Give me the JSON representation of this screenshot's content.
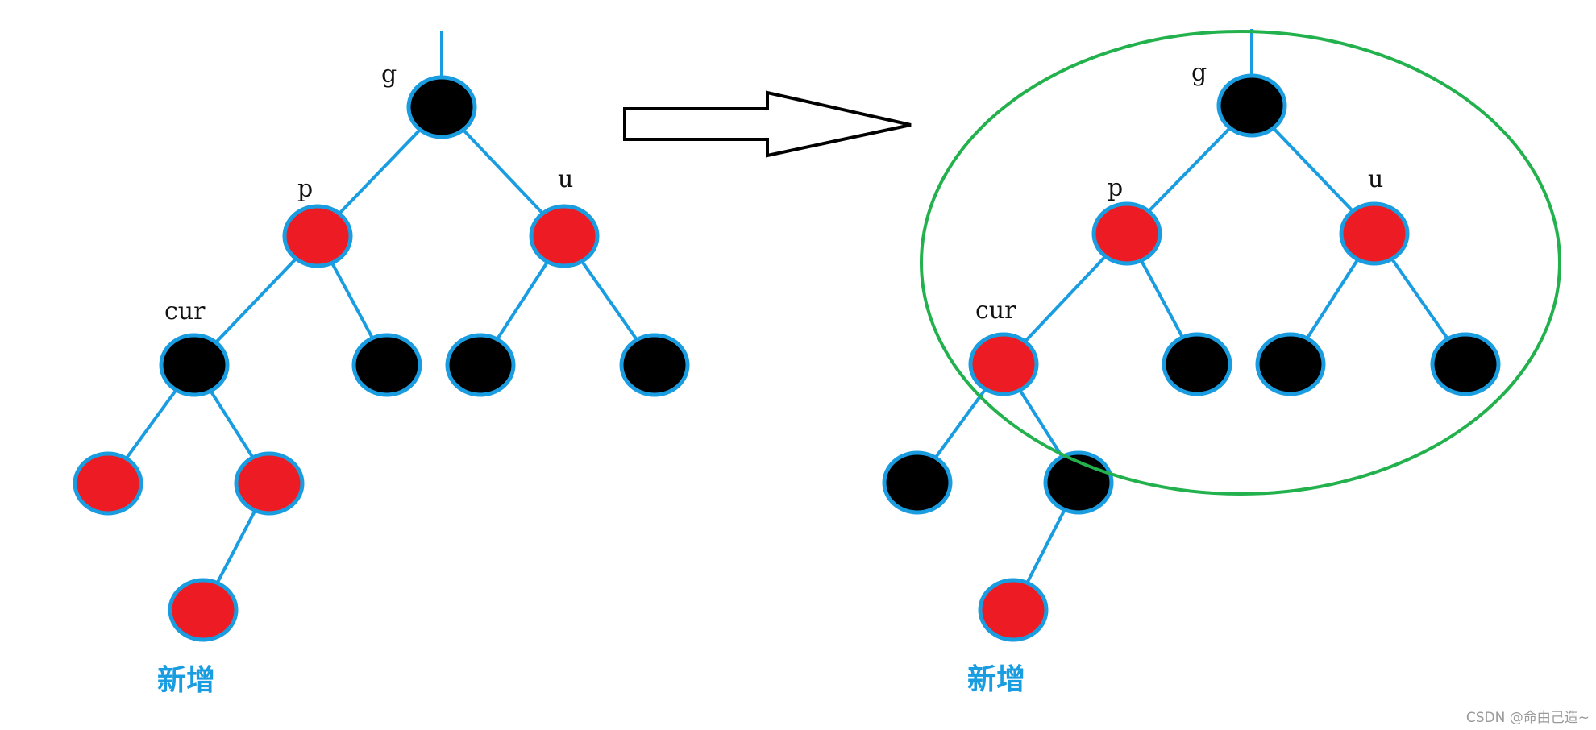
{
  "colors": {
    "edge": "#1a9de0",
    "node_outline": "#1a9de0",
    "red_node": "#ed1c24",
    "black_node": "#000000",
    "highlight_ellipse": "#22b14c",
    "caption": "#1a9de0",
    "arrow_stroke": "#000000"
  },
  "left_tree": {
    "labels": {
      "g": "g",
      "p": "p",
      "u": "u",
      "cur": "cur"
    },
    "caption": "新增",
    "node_colors": {
      "g": "black",
      "p": "red",
      "u": "red",
      "cur": "black",
      "p_right": "black",
      "u_left": "black",
      "u_right": "black",
      "cur_left": "red",
      "cur_right": "red",
      "new_node": "red"
    }
  },
  "transition_arrow": {
    "icon": "right-arrow-icon"
  },
  "right_tree": {
    "labels": {
      "g": "g",
      "p": "p",
      "u": "u",
      "cur": "cur"
    },
    "caption": "新增",
    "node_colors": {
      "g": "black",
      "p": "red",
      "u": "red",
      "cur": "red",
      "p_right": "black",
      "u_left": "black",
      "u_right": "black",
      "cur_left": "black",
      "cur_right": "black",
      "new_node": "red"
    }
  },
  "watermark": "CSDN @命由己造~"
}
